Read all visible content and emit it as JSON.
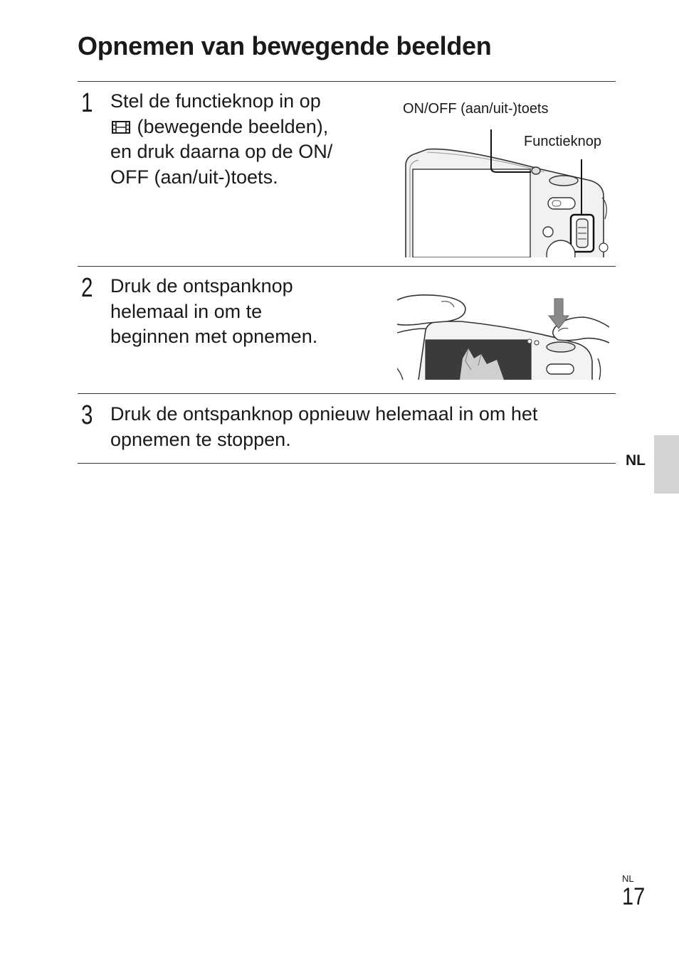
{
  "page": {
    "title": "Opnemen van bewegende beelden",
    "side_tab_label": "NL",
    "footer_lang": "NL",
    "page_number": "17"
  },
  "steps": [
    {
      "number": "1",
      "lines": [
        "Stel de functieknop in op",
        "(bewegende beelden),",
        "en druk daarna op de ON/",
        "OFF (aan/uit-)toets."
      ],
      "icon": "movie-mode-icon"
    },
    {
      "number": "2",
      "lines": [
        "Druk de ontspanknop",
        "helemaal in om te",
        "beginnen met opnemen."
      ]
    },
    {
      "number": "3",
      "lines": [
        "Druk de ontspanknop opnieuw helemaal in om het",
        "opnemen te stoppen."
      ]
    }
  ],
  "figures": {
    "camera_top": {
      "label_onoff": "ON/OFF (aan/uit-)toets",
      "label_mode": "Functieknop"
    },
    "camera_press": {}
  },
  "colors": {
    "text": "#1a1a1a",
    "rule": "#333333",
    "side_tab": "#d4d4d4"
  }
}
